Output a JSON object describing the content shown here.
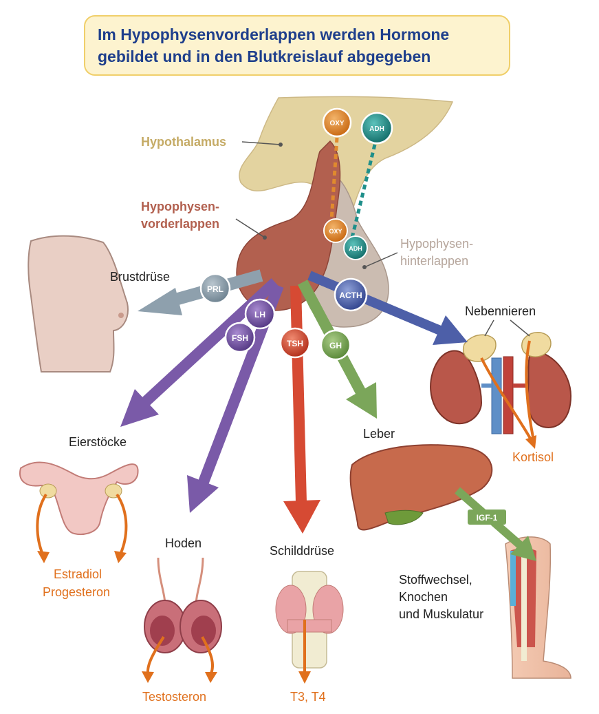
{
  "title": {
    "line1": "Im Hypophysenvorderlappen werden Hormone",
    "line2": "gebildet und in den Blutkreislauf abgegeben"
  },
  "labels": {
    "hypothalamus": "Hypothalamus",
    "hvl_line1": "Hypophysen-",
    "hvl_line2": "vorderlappen",
    "hhl_line1": "Hypophysen-",
    "hhl_line2": "hinterlappen",
    "brustdruese": "Brustdrüse",
    "nebennieren": "Nebennieren",
    "eierstoecke": "Eierstöcke",
    "leber": "Leber",
    "hoden": "Hoden",
    "schilddruese": "Schilddrüse",
    "stoffwechsel_line1": "Stoffwechsel,",
    "stoffwechsel_line2": "Knochen",
    "stoffwechsel_line3": "und Muskulatur"
  },
  "hormones": {
    "oxy": "OXY",
    "adh": "ADH",
    "prl": "PRL",
    "lh": "LH",
    "fsh": "FSH",
    "tsh": "TSH",
    "gh": "GH",
    "acth": "ACTH",
    "igf1": "IGF-1"
  },
  "products": {
    "kortisol": "Kortisol",
    "estradiol": "Estradiol",
    "progesteron": "Progesteron",
    "testosteron": "Testosteron",
    "t3t4": "T3, T4"
  },
  "colors": {
    "title_text": "#1f3f8c",
    "title_bg": "#fdf3cf",
    "title_border": "#f0cf6a",
    "hypothalamus": "#e3d3a0",
    "anterior_lobe": "#b2604f",
    "posterior_lobe": "#cbbcb1",
    "prl": "#8ea0ad",
    "lh_fsh": "#7a5aa8",
    "tsh": "#d64a33",
    "gh": "#7ba65a",
    "acth": "#4d5fa8",
    "product": "#e0701d",
    "oxy": "#e08a2e",
    "adh": "#1f8f8a"
  }
}
